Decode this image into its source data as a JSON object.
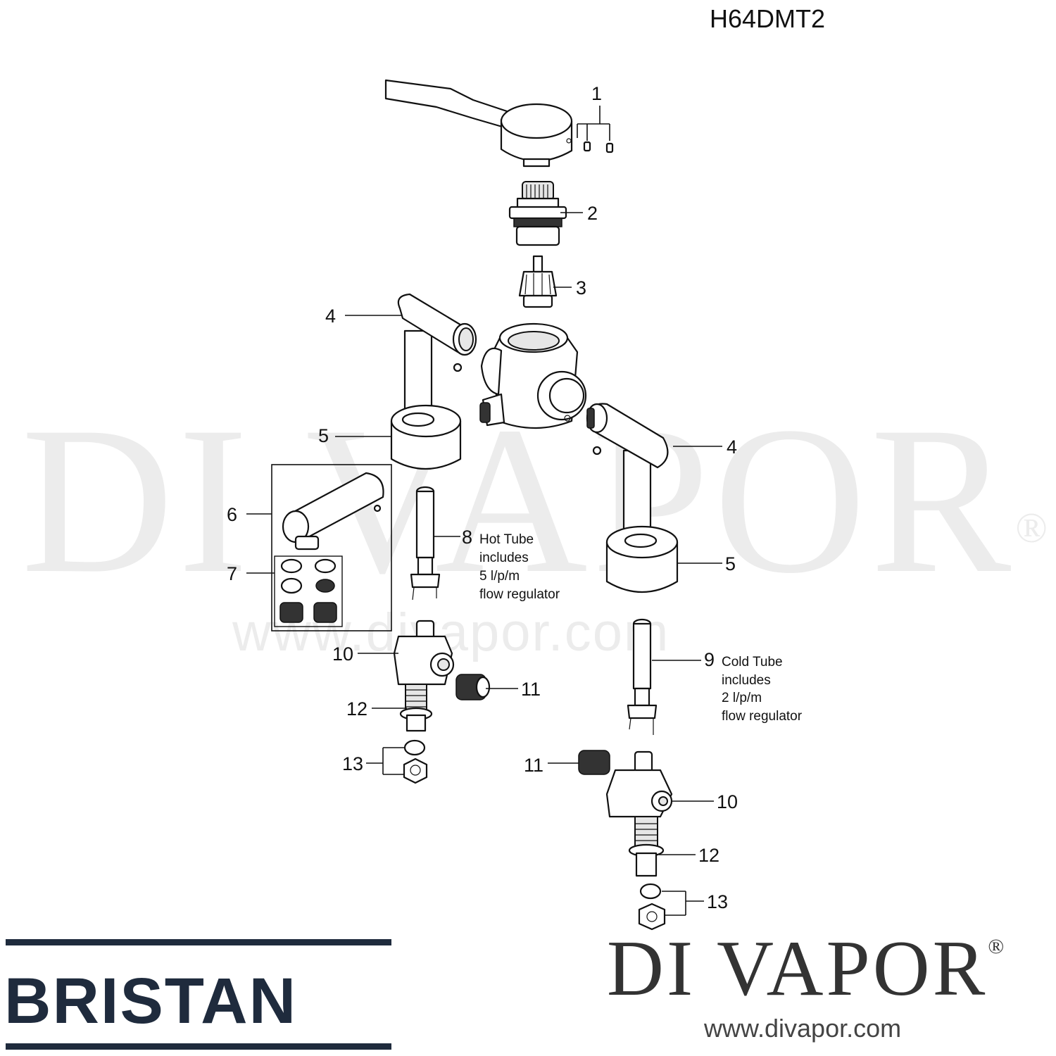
{
  "title": "H64DMT2",
  "watermark": {
    "text": "DI VAPOR",
    "reg": "®",
    "url": "www.divapor.com"
  },
  "brand": "BRISTAN",
  "logo": {
    "text": "DI VAPOR",
    "reg": "®",
    "url": "www.divapor.com"
  },
  "labels": {
    "p1": "1",
    "p2": "2",
    "p3": "3",
    "p4a": "4",
    "p4b": "4",
    "p5a": "5",
    "p5b": "5",
    "p6": "6",
    "p7": "7",
    "p8": "8",
    "p9": "9",
    "p10a": "10",
    "p10b": "10",
    "p11a": "11",
    "p11b": "11",
    "p12a": "12",
    "p12b": "12",
    "p13a": "13",
    "p13b": "13"
  },
  "notes": {
    "hot": [
      "Hot Tube",
      "includes",
      "5 l/p/m",
      "flow regulator"
    ],
    "cold": [
      "Cold Tube",
      "includes",
      "2 l/p/m",
      "flow regulator"
    ]
  },
  "colors": {
    "brand": "#1f2b3d",
    "ink": "#111111",
    "watermark": "#ececec"
  }
}
